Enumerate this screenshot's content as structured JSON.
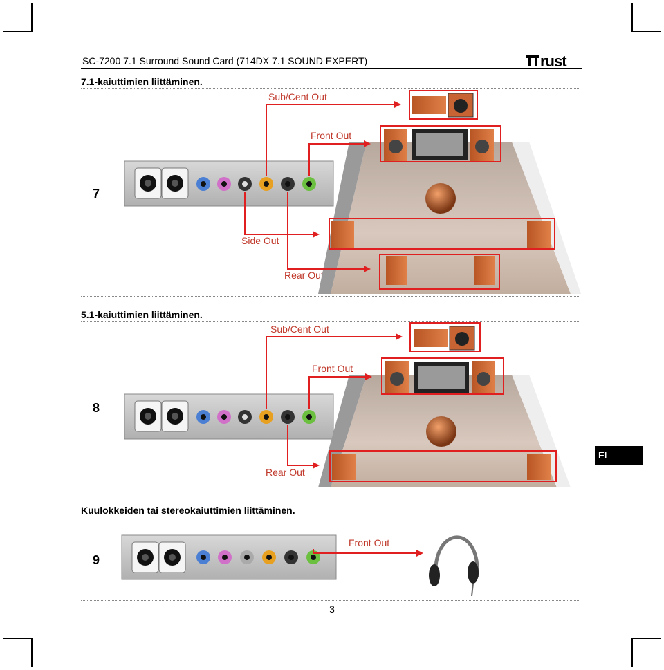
{
  "header": {
    "title": "SC-7200 7.1 Surround Sound Card (714DX 7.1 SOUND EXPERT)",
    "logo_text": "Trust"
  },
  "sections": [
    {
      "title": "7.1-kaiuttimien liittäminen.",
      "figure_number": "7",
      "labels": {
        "sub_cent": "Sub/Cent Out",
        "front": "Front Out",
        "side": "Side Out",
        "rear": "Rear Out"
      }
    },
    {
      "title": "5.1-kaiuttimien liittäminen.",
      "figure_number": "8",
      "labels": {
        "sub_cent": "Sub/Cent Out",
        "front": "Front Out",
        "rear": "Rear Out"
      }
    },
    {
      "title": "Kuulokkeiden tai stereokaiuttimien liittäminen.",
      "figure_number": "9",
      "labels": {
        "front": "Front Out"
      }
    }
  ],
  "language_badge": "FI",
  "page_number": "3",
  "colors": {
    "callout_red": "#e02020",
    "jack_blue": "#4a7fd4",
    "jack_pink": "#d070c8",
    "jack_gray": "#aaaaaa",
    "jack_orange": "#e8a020",
    "jack_black": "#333333",
    "jack_green": "#6cc040",
    "floor": "#c9b8ad",
    "speaker_wood": "#d9733a"
  }
}
